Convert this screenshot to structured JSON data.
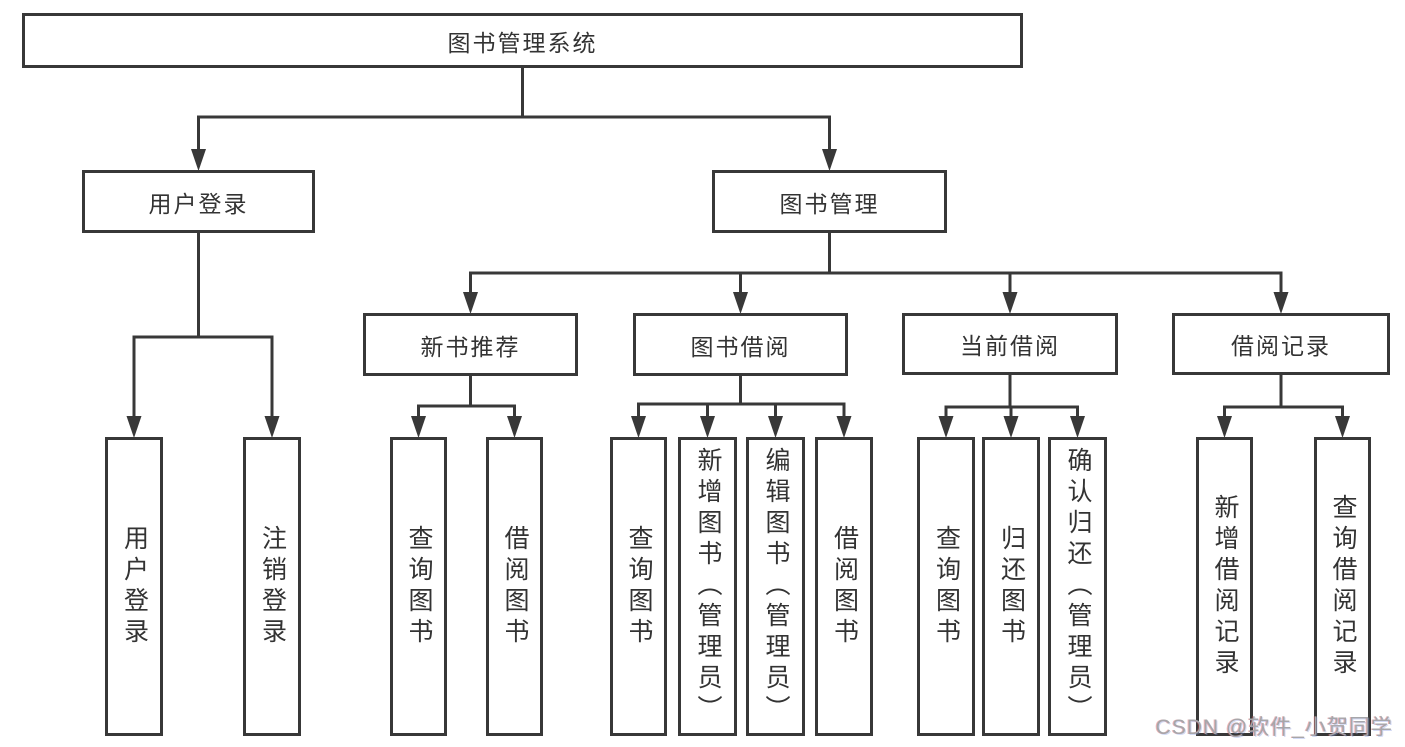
{
  "diagram": {
    "nodes": {
      "root": "图书管理系统",
      "user_login": "用户登录",
      "book_mgmt": "图书管理",
      "new_rec": "新书推荐",
      "borrow": "图书借阅",
      "current": "当前借阅",
      "records": "借阅记录",
      "ul_login": "用户登录",
      "ul_logout": "注销登录",
      "nr_query": "查询图书",
      "nr_borrow": "借阅图书",
      "bb_query": "查询图书",
      "bb_add": "新增图书（管理员）",
      "bb_edit": "编辑图书（管理员）",
      "bb_borrow": "借阅图书",
      "cb_query": "查询图书",
      "cb_return": "归还图书",
      "cb_confirm": "确认归还（管理员）",
      "br_add": "新增借阅记录",
      "br_query": "查询借阅记录"
    },
    "edges": [
      {
        "parent": "root",
        "children": [
          "user_login",
          "book_mgmt"
        ]
      },
      {
        "parent": "user_login",
        "children": [
          "ul_login",
          "ul_logout"
        ]
      },
      {
        "parent": "book_mgmt",
        "children": [
          "new_rec",
          "borrow",
          "current",
          "records"
        ]
      },
      {
        "parent": "new_rec",
        "children": [
          "nr_query",
          "nr_borrow"
        ]
      },
      {
        "parent": "borrow",
        "children": [
          "bb_query",
          "bb_add",
          "bb_edit",
          "bb_borrow"
        ]
      },
      {
        "parent": "current",
        "children": [
          "cb_query",
          "cb_return",
          "cb_confirm"
        ]
      },
      {
        "parent": "records",
        "children": [
          "br_add",
          "br_query"
        ]
      }
    ]
  },
  "watermark": "CSDN @软件_小贺同学",
  "colors": {
    "line": "#383838",
    "text": "#333333",
    "box_background": "#ffffff",
    "watermark": "#a6a6aa"
  }
}
